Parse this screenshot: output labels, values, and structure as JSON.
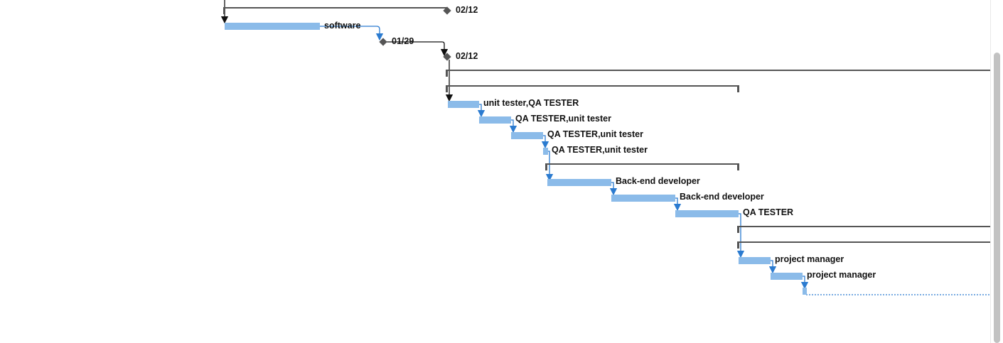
{
  "gantt": {
    "milestones": [
      {
        "id": "m1",
        "date_label": "02/12"
      },
      {
        "id": "m2",
        "date_label": "01/29"
      },
      {
        "id": "m3",
        "date_label": "02/12"
      }
    ],
    "tasks": [
      {
        "id": "t1",
        "resources": "software"
      },
      {
        "id": "t2",
        "resources": "unit tester,QA TESTER"
      },
      {
        "id": "t3",
        "resources": "QA TESTER,unit tester"
      },
      {
        "id": "t4",
        "resources": "QA TESTER,unit tester"
      },
      {
        "id": "t5",
        "resources": "QA TESTER,unit tester"
      },
      {
        "id": "t6",
        "resources": "Back-end developer"
      },
      {
        "id": "t7",
        "resources": "Back-end developer"
      },
      {
        "id": "t8",
        "resources": "QA TESTER"
      },
      {
        "id": "t9",
        "resources": "project manager"
      },
      {
        "id": "t10",
        "resources": "project manager"
      },
      {
        "id": "t11",
        "resources": ""
      }
    ]
  },
  "colors": {
    "task_bar": "#8bbbe9",
    "link_arrow": "#2b7bd0",
    "summary": "#555555",
    "milestone": "#555555"
  }
}
